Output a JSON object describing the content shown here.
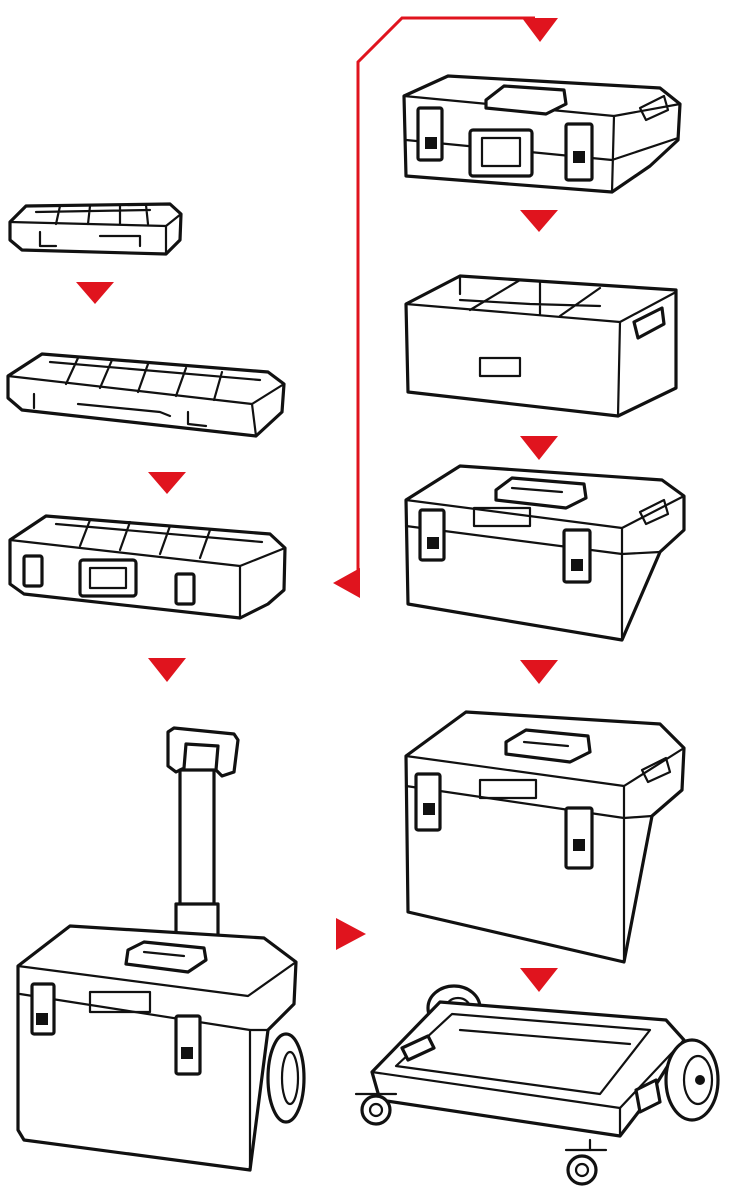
{
  "diagram": {
    "accent_color": "#e0141e",
    "line_color": "#111111",
    "background": "#ffffff",
    "left_column": [
      {
        "name": "small-organizer",
        "icon": "shallow-organizer-icon"
      },
      {
        "name": "large-organizer",
        "icon": "wide-organizer-icon"
      },
      {
        "name": "organizer-with-latches",
        "icon": "organizer-case-icon"
      },
      {
        "name": "rolling-toolbox",
        "icon": "trolley-toolbox-icon"
      }
    ],
    "right_column": [
      {
        "name": "toolcase",
        "icon": "toolcase-icon"
      },
      {
        "name": "tray-insert",
        "icon": "divided-tray-icon"
      },
      {
        "name": "toolbox",
        "icon": "toolbox-icon"
      },
      {
        "name": "tall-toolbox",
        "icon": "tall-toolbox-icon"
      },
      {
        "name": "wheeled-platform",
        "icon": "wheeled-platform-icon"
      }
    ]
  }
}
